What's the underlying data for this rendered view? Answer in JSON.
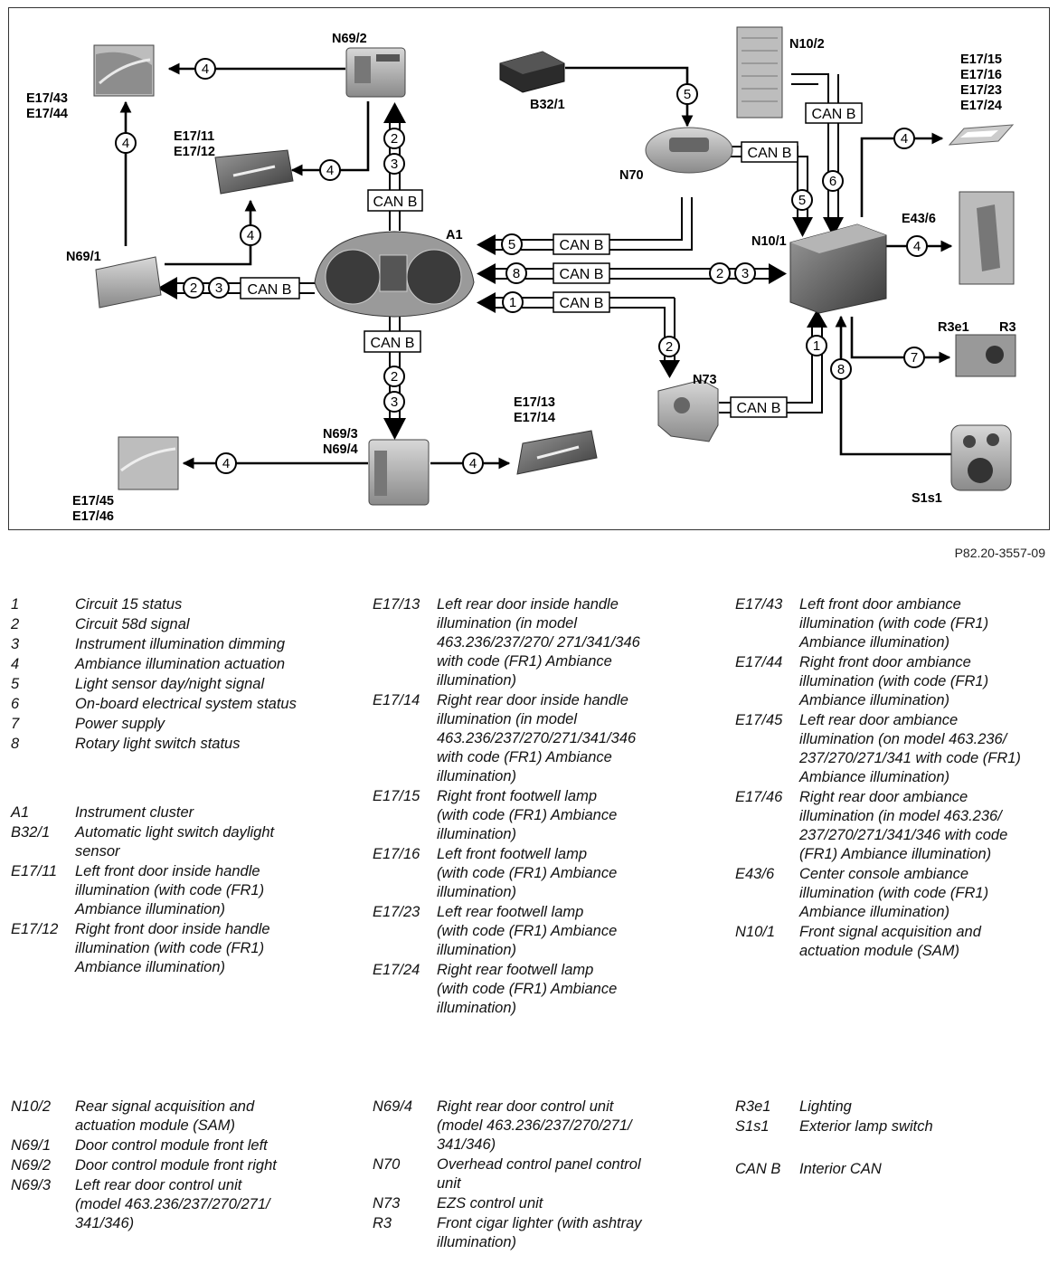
{
  "diagram": {
    "nodes": {
      "n692": "N69/2",
      "b321": "B32/1",
      "n102": "N10/2",
      "e1715": "E17/15",
      "e1716": "E17/16",
      "e1723": "E17/23",
      "e1724": "E17/24",
      "e1743": "E17/43",
      "e1744": "E17/44",
      "e1711": "E17/11",
      "e1712": "E17/12",
      "n70": "N70",
      "a1": "A1",
      "n691": "N69/1",
      "n101": "N10/1",
      "e436": "E43/6",
      "r3e1": "R3e1",
      "r3": "R3",
      "n73": "N73",
      "e1713": "E17/13",
      "e1714": "E17/14",
      "n693": "N69/3",
      "n694": "N69/4",
      "e1745": "E17/45",
      "e1746": "E17/46",
      "s1s1": "S1s1"
    },
    "can_label": "CAN B",
    "nums": {
      "n1": "1",
      "n2": "2",
      "n3": "3",
      "n4": "4",
      "n5": "5",
      "n6": "6",
      "n7": "7",
      "n8": "8"
    }
  },
  "reference": "P82.20-3557-09",
  "legend": {
    "col1a": [
      {
        "code": "1",
        "desc": [
          "Circuit 15 status"
        ]
      },
      {
        "code": "2",
        "desc": [
          "Circuit 58d signal"
        ]
      },
      {
        "code": "3",
        "desc": [
          "Instrument illumination dimming"
        ]
      },
      {
        "code": "4",
        "desc": [
          "Ambiance illumination actuation"
        ]
      },
      {
        "code": "5",
        "desc": [
          "Light sensor day/night signal"
        ]
      },
      {
        "code": "6",
        "desc": [
          "On-board electrical system status"
        ]
      },
      {
        "code": "7",
        "desc": [
          "Power supply"
        ]
      },
      {
        "code": "8",
        "desc": [
          "Rotary light switch status"
        ]
      }
    ],
    "col1b": [
      {
        "code": "A1",
        "desc": [
          "Instrument cluster"
        ]
      },
      {
        "code": "B32/1",
        "desc": [
          "Automatic light switch daylight",
          "sensor"
        ]
      },
      {
        "code": "E17/11",
        "desc": [
          "Left front door inside handle",
          "illumination (with code (FR1)",
          "Ambiance illumination)"
        ]
      },
      {
        "code": "E17/12",
        "desc": [
          "Right front door inside handle",
          "illumination (with code (FR1)",
          "Ambiance illumination)"
        ]
      }
    ],
    "col2a": [
      {
        "code": "E17/13",
        "desc": [
          "Left rear door inside handle",
          "illumination (in model",
          "463.236/237/270/ 271/341/346",
          "with code (FR1) Ambiance",
          "illumination)"
        ]
      },
      {
        "code": "E17/14",
        "desc": [
          "Right rear door inside handle",
          "illumination (in model",
          "463.236/237/270/271/341/346",
          "with code (FR1) Ambiance",
          "illumination)"
        ]
      },
      {
        "code": "E17/15",
        "desc": [
          "Right front footwell lamp",
          "(with code (FR1) Ambiance",
          "illumination)"
        ]
      },
      {
        "code": "E17/16",
        "desc": [
          "Left front footwell lamp",
          "(with code (FR1) Ambiance",
          "illumination)"
        ]
      },
      {
        "code": "E17/23",
        "desc": [
          "Left rear footwell lamp",
          "(with code (FR1) Ambiance",
          "illumination)"
        ]
      },
      {
        "code": "E17/24",
        "desc": [
          "Right rear footwell lamp",
          "(with code (FR1) Ambiance",
          "illumination)"
        ]
      }
    ],
    "col3a": [
      {
        "code": "E17/43",
        "desc": [
          "Left front door ambiance",
          "illumination (with code (FR1)",
          "Ambiance illumination)"
        ]
      },
      {
        "code": "E17/44",
        "desc": [
          "Right front door ambiance",
          "illumination (with code (FR1)",
          "Ambiance illumination)"
        ]
      },
      {
        "code": "E17/45",
        "desc": [
          "Left rear door ambiance",
          "illumination (on model 463.236/",
          "237/270/271/341 with code (FR1)",
          "Ambiance illumination)"
        ]
      },
      {
        "code": "E17/46",
        "desc": [
          "Right rear door ambiance",
          "illumination (in model 463.236/",
          "237/270/271/341/346 with code",
          "(FR1) Ambiance illumination)"
        ]
      },
      {
        "code": "E43/6",
        "desc": [
          "Center console ambiance",
          "illumination (with code (FR1)",
          "Ambiance illumination)"
        ]
      },
      {
        "code": "N10/1",
        "desc": [
          "Front signal acquisition and",
          "actuation module (SAM)"
        ]
      }
    ],
    "col1c": [
      {
        "code": "N10/2",
        "desc": [
          "Rear signal acquisition and",
          "actuation module (SAM)"
        ]
      },
      {
        "code": "N69/1",
        "desc": [
          "Door control module front left"
        ]
      },
      {
        "code": "N69/2",
        "desc": [
          "Door control module front right"
        ]
      },
      {
        "code": "N69/3",
        "desc": [
          "Left rear door control unit",
          "(model 463.236/237/270/271/",
          "341/346)"
        ]
      }
    ],
    "col2c": [
      {
        "code": "N69/4",
        "desc": [
          "Right rear door control unit",
          "(model 463.236/237/270/271/",
          "341/346)"
        ]
      },
      {
        "code": "N70",
        "desc": [
          "Overhead control panel control",
          "unit"
        ]
      },
      {
        "code": "N73",
        "desc": [
          "EZS control unit"
        ]
      },
      {
        "code": "R3",
        "desc": [
          "Front cigar lighter (with ashtray",
          "illumination)"
        ]
      }
    ],
    "col3c": [
      {
        "code": "R3e1",
        "desc": [
          "Lighting"
        ]
      },
      {
        "code": "S1s1",
        "desc": [
          "Exterior lamp switch"
        ]
      }
    ],
    "col3d": [
      {
        "code": "CAN B",
        "desc": [
          "Interior CAN"
        ]
      }
    ]
  }
}
